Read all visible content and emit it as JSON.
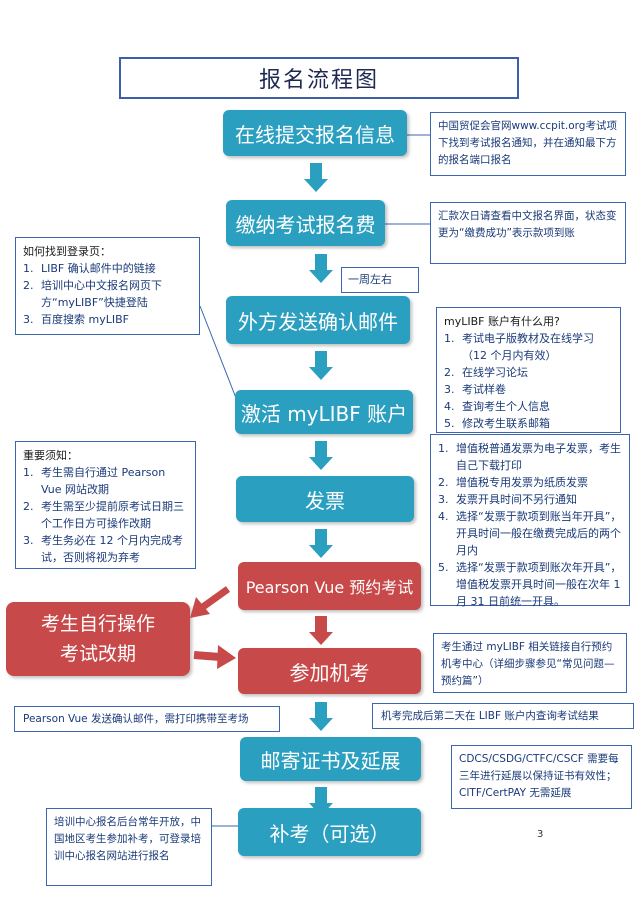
{
  "title": "报名流程图",
  "steps": {
    "s1": "在线提交报名信息",
    "s2": "缴纳考试报名费",
    "s3": "外方发送确认邮件",
    "s4": "激活 myLIBF 账户",
    "s5": "发票",
    "s6": "Pearson Vue 预约考试",
    "s7": "参加机考",
    "s8": "邮寄证书及延展",
    "s9": "补考（可选）",
    "side": [
      "考生自行操作",
      "考试改期"
    ]
  },
  "notes": {
    "n1": "中国贸促会官网www.ccpit.org考试项下找到考试报名通知，并在通知最下方的报名端口报名",
    "n2": "汇款次日请查看中文报名界面，状态变更为“缴费成功”表示款项到账",
    "week": "一周左右",
    "login": {
      "title": "如何找到登录页：",
      "items": [
        "LIBF 确认邮件中的链接",
        "培训中心中文报名网页下方“myLIBF”快捷登陆",
        "百度搜索 myLIBF"
      ]
    },
    "mylibf": {
      "title": "myLIBF 账户有什么用?",
      "items": [
        "考试电子版教材及在线学习（12 个月内有效）",
        "在线学习论坛",
        "考试样卷",
        "查询考生个人信息",
        "修改考生联系邮箱"
      ]
    },
    "notice": {
      "title": "重要须知：",
      "items": [
        "考生需自行通过 Pearson Vue 网站改期",
        "考生需至少提前原考试日期三个工作日方可操作改期",
        "考生务必在 12 个月内完成考试，否则将视为弃考"
      ]
    },
    "invoice": {
      "items": [
        "增值税普通发票为电子发票，考生自己下载打印",
        "增值税专用发票为纸质发票",
        "发票开具时间不另行通知",
        "选择“发票于款项到账当年开具”，开具时间一般在缴费完成后的两个月内",
        "选择“发票于款项到账次年开具”，增值税发票开具时间一般在次年 1 月 31 日前统一开具。"
      ]
    },
    "booking": "考生通过 myLIBF 相关链接自行预约机考中心（详细步骤参见“常见问题—预约篇”）",
    "pearson": "Pearson Vue 发送确认邮件，需打印携带至考场",
    "result": "机考完成后第二天在 LIBF 账户内查询考试结果",
    "cert": "CDCS/CSDG/CTFC/CSCF 需要每三年进行延展以保持证书有效性；CITF/CertPAY 无需延展",
    "retake": "培训中心报名后台常年开放，中国地区考生参加补考，可登录培训中心报名网站进行报名"
  },
  "numbers": [
    "1.",
    "2.",
    "3.",
    "4.",
    "5."
  ],
  "page_number": "3",
  "colors": {
    "blue": "#2b9fc0",
    "red": "#c8494a",
    "note_border": "#3a66b0"
  }
}
